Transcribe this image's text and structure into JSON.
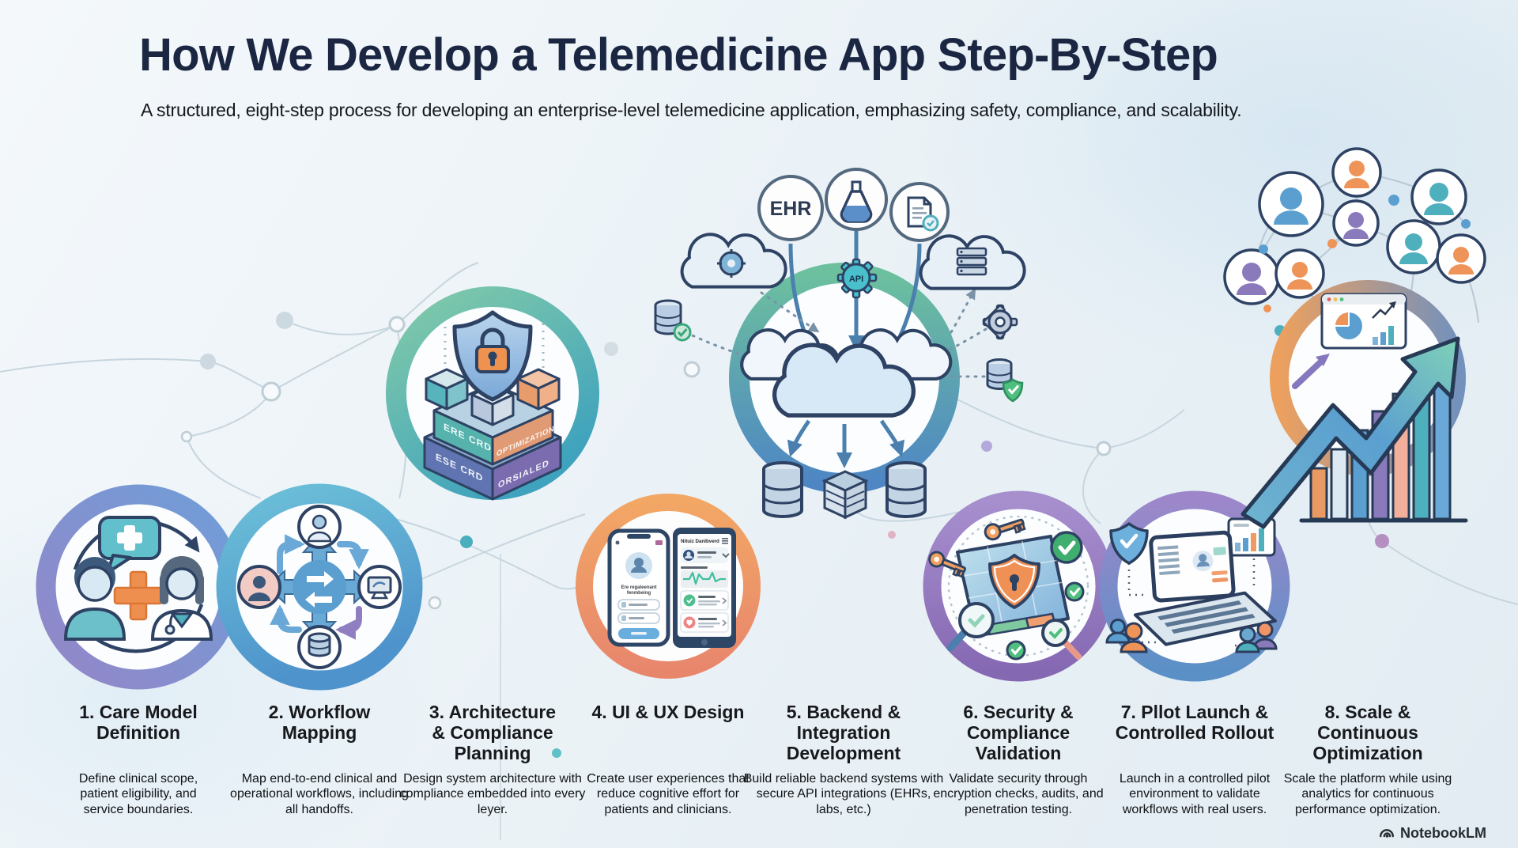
{
  "header": {
    "title": "How We Develop a Telemedicine App Step-By-Step",
    "subtitle": "A structured, eight-step process for developing an enterprise-level telemedicine application, emphasizing safety, compliance, and scalability."
  },
  "steps": [
    {
      "label": "1. Care Model Definition",
      "desc": "Define clinical scope, patient eligibility, and service boundaries."
    },
    {
      "label": "2. Workflow Mapping",
      "desc": "Map end-to-end clinical and operational workflows, including all handoffs."
    },
    {
      "label": "3. Architecture & Compliance Planning",
      "desc": "Design system architecture with compliance embedded into every leyer."
    },
    {
      "label": "4. UI & UX Design",
      "desc": "Create user experiences that reduce cognitive effort for patients and clinicians."
    },
    {
      "label": "5. Backend & Integration Development",
      "desc": "Build reliable backend systems with secure API integrations (EHRs, labs, etc.)"
    },
    {
      "label": "6. Security & Compliance Validation",
      "desc": "Validate security through encryption checks, audits, and penetration testing."
    },
    {
      "label": "7. Pllot Launch & Controlled Rollout",
      "desc": "Launch in a controlled pilot environment to validate workflows with real users."
    },
    {
      "label": "8. Scale & Continuous Optimization",
      "desc": "Scale the platform while using analytics for continuous performance optimization."
    }
  ],
  "art": {
    "ehr": "EHR",
    "api": "API",
    "block_mid_left": "ERE CRD",
    "block_mid_right": "OPTIMIZATION",
    "block_bottom_left": "ESE CRD",
    "block_bottom_right": "ORSIALED",
    "phone_line1": "Ere regaleenant",
    "phone_line2": "fenmbeing",
    "tablet_title": "Nituiz Danlbverd"
  },
  "watermark": {
    "label": "NotebookLM"
  },
  "colors": {
    "ring1_a": "#6f9ed8",
    "ring1_b": "#9486c8",
    "ring2_a": "#6cc0d8",
    "ring2_b": "#4e93cc",
    "ring3_a": "#83cba8",
    "ring3_b": "#3fa3bd",
    "ring4_a": "#f2a765",
    "ring4_b": "#e8866c",
    "ring5_a": "#6cc09e",
    "ring5_b": "#4e86c4",
    "ring6_a": "#a78fce",
    "ring6_b": "#8568b2",
    "ring7_a": "#9d87ca",
    "ring7_b": "#5a90c6",
    "ring8_a": "#eda05e",
    "ring8_b": "#7491bc",
    "outline_navy": "#2e4264",
    "accent_orange": "#ef9458",
    "accent_teal": "#4fb0bd",
    "accent_blue": "#5b9fd0",
    "accent_purple": "#8a7abc",
    "accent_green": "#3fae6e"
  }
}
